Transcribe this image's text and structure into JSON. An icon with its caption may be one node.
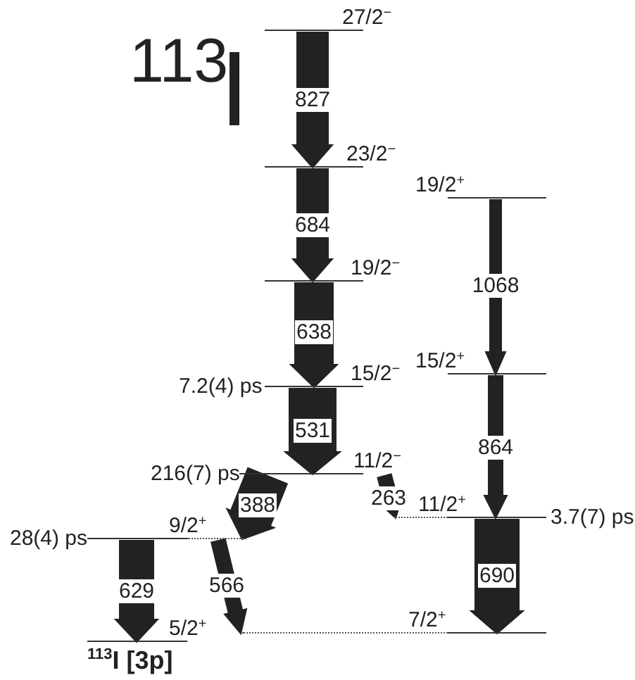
{
  "diagram": {
    "nodes": [
      {
        "text": [
          "27/2$^{−}$"
        ]
      },
      {
        "text": [
          "23/2$^{−}$"
        ]
      },
      {
        "text": [
          "19/2$^{+}$"
        ]
      },
      {
        "text": [
          "19/2$^{−}$"
        ]
      },
      {
        "text": [
          "15/2$^{+}$"
        ]
      },
      {
        "text": [
          "15/2$^{−}$"
        ],
        "beside": [
          "7.2(4) ps"
        ]
      },
      {
        "text": [
          "11/2$^{−}$"
        ],
        "beside": [
          "216(7) ps"
        ]
      },
      {
        "text": [
          "11/2$^{+}$"
        ],
        "beside": [
          "3.7(7) ps"
        ]
      },
      {
        "text": [
          "9/2$^{+}$"
        ],
        "beside": [
          "28(4) ps"
        ]
      },
      {
        "text": [
          "7/2$^{+}$"
        ]
      },
      {
        "text": [
          "5/2$^{+}$"
        ]
      }
    ],
    "edges": [
      {
        "from": 0,
        "to": 1,
        "arrow": "to",
        "label": "827"
      },
      {
        "from": 1,
        "to": 3,
        "arrow": "to",
        "label": "684"
      },
      {
        "from": 3,
        "to": 5,
        "arrow": "to",
        "label": "638"
      },
      {
        "from": 5,
        "to": 6,
        "arrow": "to",
        "label": "531"
      },
      {
        "from": 6,
        "to": 8,
        "arrow": "to",
        "label": "388"
      },
      {
        "from": 6,
        "to": 7,
        "arrow": "to",
        "label": "263"
      },
      {
        "from": 8,
        "to": 9,
        "arrow": "to",
        "label": "566"
      },
      {
        "from": 8,
        "to": 10,
        "arrow": "to",
        "label": "629"
      },
      {
        "from": 2,
        "to": 4,
        "arrow": "to",
        "label": "1068"
      },
      {
        "from": 4,
        "to": 7,
        "arrow": "to",
        "label": "864"
      },
      {
        "from": 7,
        "to": 9,
        "arrow": "to",
        "label": "690"
      }
    ],
    "labels": [
      "113",
      "$^{113}$I [3p]"
    ]
  }
}
